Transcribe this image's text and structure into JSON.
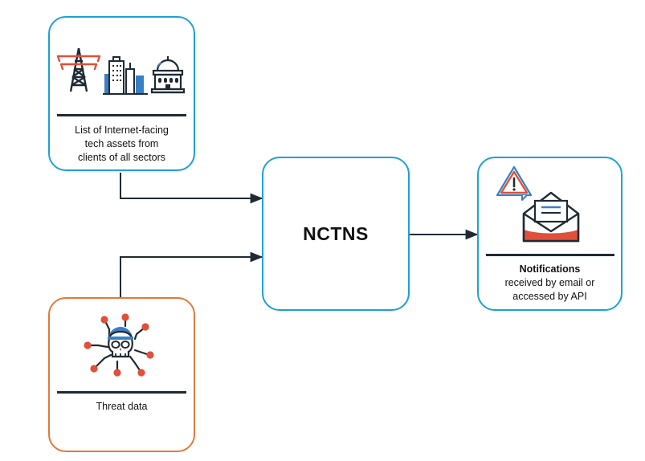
{
  "assets_box": {
    "label_lines": [
      "List of Internet-facing",
      "tech assets from",
      "clients of all sectors"
    ],
    "icons": [
      "power-pylon-icon",
      "city-buildings-icon",
      "government-building-icon"
    ]
  },
  "threat_box": {
    "label": "Threat data",
    "icon": "hacker-skull-network-icon"
  },
  "center_box": {
    "title": "NCTNS"
  },
  "notifications_box": {
    "title": "Notifications",
    "line1": "received by email or",
    "line2": "accessed by API",
    "icons": [
      "warning-triangle-icon",
      "envelope-icon"
    ]
  },
  "colors": {
    "blue_border": "#1ea0d6",
    "orange_border": "#e2793a",
    "arrow": "#1f2a33",
    "accent_red": "#e0503a",
    "accent_blue": "#3a7fc4"
  }
}
